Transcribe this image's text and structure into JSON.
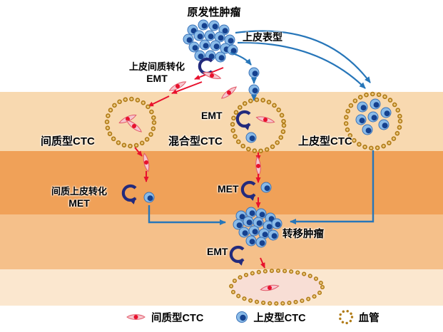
{
  "labels": {
    "primary_tumor": "原发性肿瘤",
    "epithelial_phenotype": "上皮表型",
    "emt_transition_line1": "上皮间质转化",
    "emt_transition_line2": "EMT",
    "mesenchymal_ctc": "间质型CTC",
    "hybrid_ctc": "混合型CTC",
    "emt_mid": "EMT",
    "epithelial_ctc": "上皮型CTC",
    "met_transition_line1": "间质上皮转化",
    "met_transition_line2": "MET",
    "met_mid": "MET",
    "metastatic_tumor": "转移肿瘤",
    "emt_bottom": "EMT"
  },
  "legend": {
    "items": [
      {
        "icon": "mesenchymal-cell-icon",
        "label": "间质型CTC"
      },
      {
        "icon": "epithelial-cell-icon",
        "label": "上皮型CTC"
      },
      {
        "icon": "vessel-icon",
        "label": "血管"
      }
    ]
  },
  "colors": {
    "epithelial_cell_fill": "#8abbe8",
    "epithelial_nucleus": "#15418f",
    "mesenchymal_cell_fill": "#f6c6ce",
    "mesenchymal_nucleus": "#e8112d",
    "vessel_ring": "#b07b17",
    "arrow_red": "#e8112d",
    "arrow_blue": "#2776b9",
    "arrow_navy": "#232a7c",
    "band_1": "#f8d9b0",
    "band_2": "#f0a158",
    "band_3": "#f5c08a",
    "band_4": "#fbe7cf"
  }
}
